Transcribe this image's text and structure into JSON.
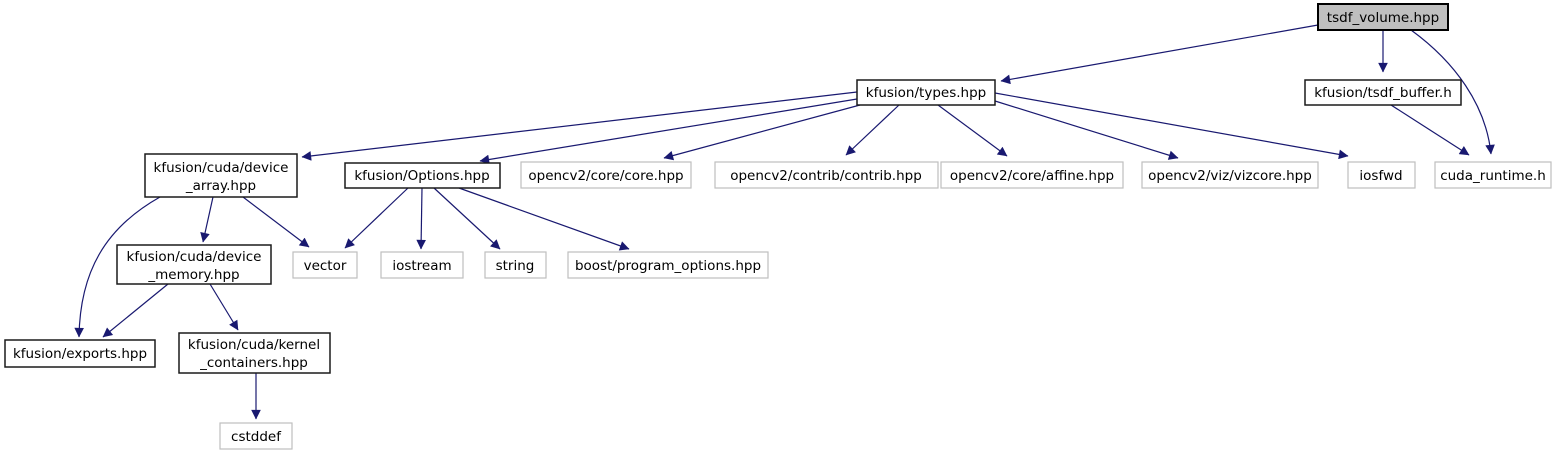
{
  "diagram_type": "include-dependency-graph",
  "colors": {
    "edge": "#191970",
    "current_node_fill": "#bfbfbf",
    "project_node_border": "#1a1a1a",
    "external_node_border": "#bfbfbf",
    "node_fill": "#ffffff",
    "text": "#000000",
    "background": "#ffffff"
  },
  "nodes": {
    "tsdf_volume": {
      "label": "tsdf_volume.hpp",
      "kind": "current"
    },
    "types": {
      "label": "kfusion/types.hpp",
      "kind": "project"
    },
    "tsdf_buffer": {
      "label": "kfusion/tsdf_buffer.h",
      "kind": "project"
    },
    "device_array": {
      "label": "kfusion/cuda/device_array.hpp",
      "label_lines": [
        "kfusion/cuda/device",
        "_array.hpp"
      ],
      "kind": "project"
    },
    "options": {
      "label": "kfusion/Options.hpp",
      "kind": "project"
    },
    "core": {
      "label": "opencv2/core/core.hpp",
      "kind": "external"
    },
    "contrib": {
      "label": "opencv2/contrib/contrib.hpp",
      "kind": "external"
    },
    "affine": {
      "label": "opencv2/core/affine.hpp",
      "kind": "external"
    },
    "vizcore": {
      "label": "opencv2/viz/vizcore.hpp",
      "kind": "external"
    },
    "iosfwd": {
      "label": "iosfwd",
      "kind": "external"
    },
    "cuda_runtime": {
      "label": "cuda_runtime.h",
      "kind": "external"
    },
    "device_memory": {
      "label": "kfusion/cuda/device_memory.hpp",
      "label_lines": [
        "kfusion/cuda/device",
        "_memory.hpp"
      ],
      "kind": "project"
    },
    "vector": {
      "label": "vector",
      "kind": "external"
    },
    "iostream": {
      "label": "iostream",
      "kind": "external"
    },
    "string": {
      "label": "string",
      "kind": "external"
    },
    "boost": {
      "label": "boost/program_options.hpp",
      "kind": "external"
    },
    "exports": {
      "label": "kfusion/exports.hpp",
      "kind": "project"
    },
    "kernel": {
      "label": "kfusion/cuda/kernel_containers.hpp",
      "label_lines": [
        "kfusion/cuda/kernel",
        "_containers.hpp"
      ],
      "kind": "project"
    },
    "cstddef": {
      "label": "cstddef",
      "kind": "external"
    }
  },
  "edges": [
    {
      "from": "tsdf_volume.hpp",
      "to": "kfusion/types.hpp"
    },
    {
      "from": "tsdf_volume.hpp",
      "to": "kfusion/tsdf_buffer.h"
    },
    {
      "from": "tsdf_volume.hpp",
      "to": "cuda_runtime.h"
    },
    {
      "from": "kfusion/tsdf_buffer.h",
      "to": "cuda_runtime.h"
    },
    {
      "from": "kfusion/types.hpp",
      "to": "kfusion/cuda/device_array.hpp"
    },
    {
      "from": "kfusion/types.hpp",
      "to": "kfusion/Options.hpp"
    },
    {
      "from": "kfusion/types.hpp",
      "to": "opencv2/core/core.hpp"
    },
    {
      "from": "kfusion/types.hpp",
      "to": "opencv2/contrib/contrib.hpp"
    },
    {
      "from": "kfusion/types.hpp",
      "to": "opencv2/core/affine.hpp"
    },
    {
      "from": "kfusion/types.hpp",
      "to": "opencv2/viz/vizcore.hpp"
    },
    {
      "from": "kfusion/types.hpp",
      "to": "iosfwd"
    },
    {
      "from": "kfusion/Options.hpp",
      "to": "vector"
    },
    {
      "from": "kfusion/Options.hpp",
      "to": "iostream"
    },
    {
      "from": "kfusion/Options.hpp",
      "to": "string"
    },
    {
      "from": "kfusion/Options.hpp",
      "to": "boost/program_options.hpp"
    },
    {
      "from": "kfusion/cuda/device_array.hpp",
      "to": "kfusion/cuda/device_memory.hpp"
    },
    {
      "from": "kfusion/cuda/device_array.hpp",
      "to": "vector"
    },
    {
      "from": "kfusion/cuda/device_array.hpp",
      "to": "kfusion/exports.hpp"
    },
    {
      "from": "kfusion/cuda/device_memory.hpp",
      "to": "kfusion/exports.hpp"
    },
    {
      "from": "kfusion/cuda/device_memory.hpp",
      "to": "kfusion/cuda/kernel_containers.hpp"
    },
    {
      "from": "kfusion/cuda/kernel_containers.hpp",
      "to": "cstddef"
    }
  ]
}
